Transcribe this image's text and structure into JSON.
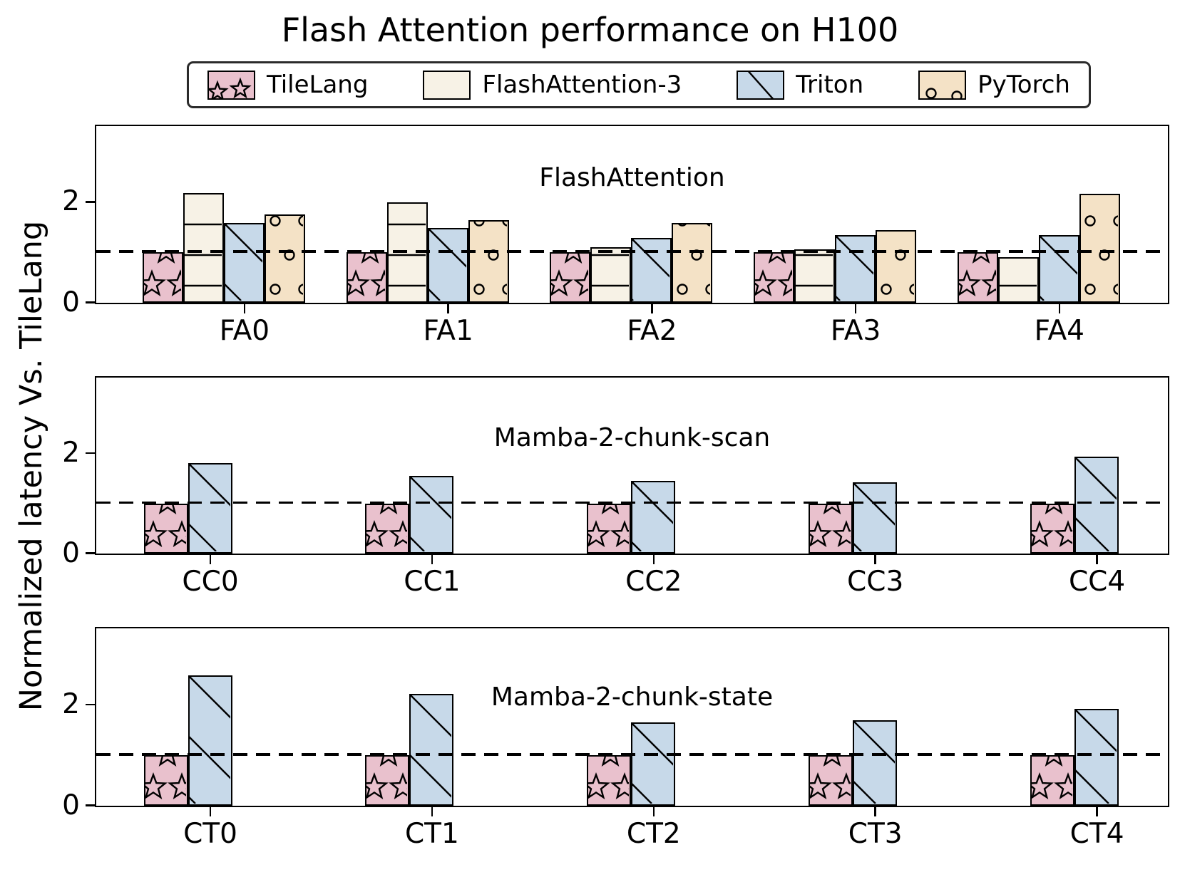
{
  "title": "Flash Attention performance on H100",
  "ylabel": "Normalized latency Vs. TileLang",
  "legend": {
    "items": [
      {
        "label": "TileLang",
        "color": "#e9c1cd",
        "hatch": "star"
      },
      {
        "label": "FlashAttention-3",
        "color": "#f7f2e6",
        "hatch": "hline"
      },
      {
        "label": "Triton",
        "color": "#c7d9e9",
        "hatch": "diag"
      },
      {
        "label": "PyTorch",
        "color": "#f4e2c6",
        "hatch": "circle"
      }
    ]
  },
  "chart_data": [
    {
      "type": "bar",
      "title": "FlashAttention",
      "categories": [
        "FA0",
        "FA1",
        "FA2",
        "FA3",
        "FA4"
      ],
      "series": [
        {
          "name": "TileLang",
          "values": [
            1.0,
            1.0,
            1.0,
            1.0,
            1.0
          ]
        },
        {
          "name": "FlashAttention-3",
          "values": [
            2.18,
            2.0,
            1.1,
            1.06,
            0.9
          ]
        },
        {
          "name": "Triton",
          "values": [
            1.59,
            1.49,
            1.29,
            1.34,
            1.34
          ]
        },
        {
          "name": "PyTorch",
          "values": [
            1.75,
            1.64,
            1.58,
            1.45,
            2.17
          ]
        }
      ],
      "ylim": [
        0,
        3.5
      ],
      "yticks": [
        0,
        2
      ],
      "reference_line": 1.0,
      "grid": false
    },
    {
      "type": "bar",
      "title": "Mamba-2-chunk-scan",
      "categories": [
        "CC0",
        "CC1",
        "CC2",
        "CC3",
        "CC4"
      ],
      "series": [
        {
          "name": "TileLang",
          "values": [
            1.0,
            1.0,
            1.0,
            1.0,
            1.0
          ]
        },
        {
          "name": "Triton",
          "values": [
            1.8,
            1.55,
            1.45,
            1.42,
            1.94
          ]
        }
      ],
      "ylim": [
        0,
        3.5
      ],
      "yticks": [
        0,
        2
      ],
      "reference_line": 1.0,
      "grid": false
    },
    {
      "type": "bar",
      "title": "Mamba-2-chunk-state",
      "categories": [
        "CT0",
        "CT1",
        "CT2",
        "CT3",
        "CT4"
      ],
      "series": [
        {
          "name": "TileLang",
          "values": [
            1.0,
            1.0,
            1.0,
            1.0,
            1.0
          ]
        },
        {
          "name": "Triton",
          "values": [
            2.58,
            2.22,
            1.65,
            1.69,
            1.92
          ]
        }
      ],
      "ylim": [
        0,
        3.5
      ],
      "yticks": [
        0,
        2
      ],
      "reference_line": 1.0,
      "grid": false
    }
  ]
}
